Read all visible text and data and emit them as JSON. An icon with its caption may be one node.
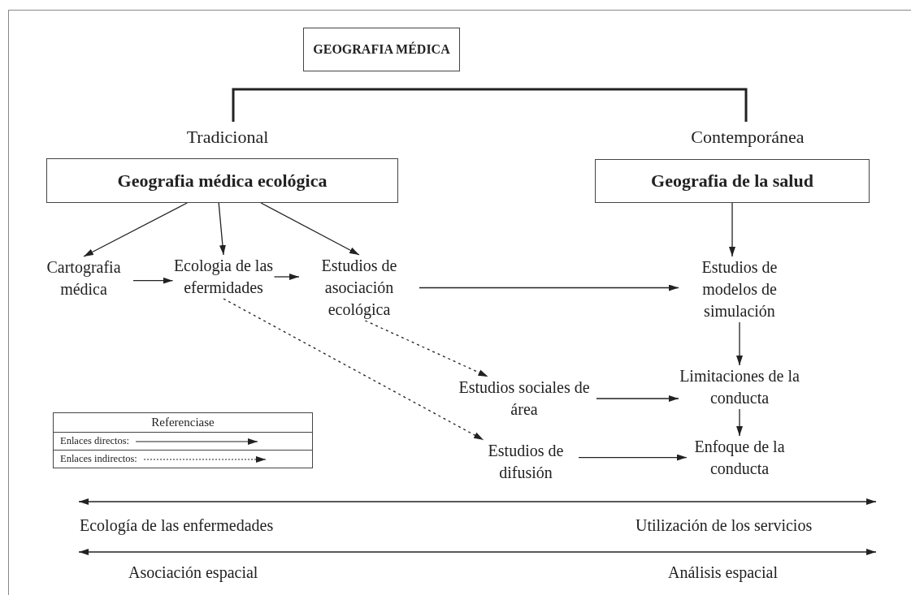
{
  "diagram": {
    "nodes": [
      {
        "text": [
          "GEOGRAFIA MÉDICA"
        ]
      },
      {
        "text": [
          "Geografia médica ecológica"
        ],
        "beside": [
          "Tradicional"
        ]
      },
      {
        "text": [
          "Geografia de la salud"
        ],
        "beside": [
          "Contemporánea"
        ]
      },
      {
        "text": [
          "Cartografia médica"
        ]
      },
      {
        "text": [
          "Ecologia de las efermidades"
        ]
      },
      {
        "text": [
          "Estudios de asociación ecológica"
        ]
      },
      {
        "text": [
          "Estudios de modelos de simulación"
        ]
      },
      {
        "text": [
          "Estudios sociales de área"
        ]
      },
      {
        "text": [
          "Limitaciones de la conducta"
        ]
      },
      {
        "text": [
          "Estudios de difusión"
        ]
      },
      {
        "text": [
          "Enfoque de la conducta"
        ]
      }
    ],
    "edges": [
      {
        "from": 1,
        "to": 3,
        "arrow": "to"
      },
      {
        "from": 1,
        "to": 4,
        "arrow": "to"
      },
      {
        "from": 1,
        "to": 5,
        "arrow": "to"
      },
      {
        "from": 3,
        "to": 4,
        "arrow": "to"
      },
      {
        "from": 4,
        "to": 5,
        "arrow": "to"
      },
      {
        "from": 5,
        "to": 6,
        "arrow": "to"
      },
      {
        "from": 2,
        "to": 6,
        "arrow": "to"
      },
      {
        "from": 6,
        "to": 8,
        "arrow": "to"
      },
      {
        "from": 8,
        "to": 10,
        "arrow": "to"
      },
      {
        "from": 7,
        "to": 8,
        "arrow": "to"
      },
      {
        "from": 9,
        "to": 10,
        "arrow": "to"
      },
      {
        "from": 5,
        "to": 7,
        "arrow": "to",
        "style": "dashed"
      },
      {
        "from": 4,
        "to": 9,
        "arrow": "to",
        "style": "dashed"
      }
    ],
    "labels": [
      "Referenciase",
      "Ecología de las enfermedades",
      "Utilización de los servicios",
      "Asociación espacial",
      "Análisis espacial"
    ],
    "legend": [
      {
        "text": "Enlaces directos:"
      },
      {
        "text": "Enlaces indirectos:"
      }
    ]
  }
}
